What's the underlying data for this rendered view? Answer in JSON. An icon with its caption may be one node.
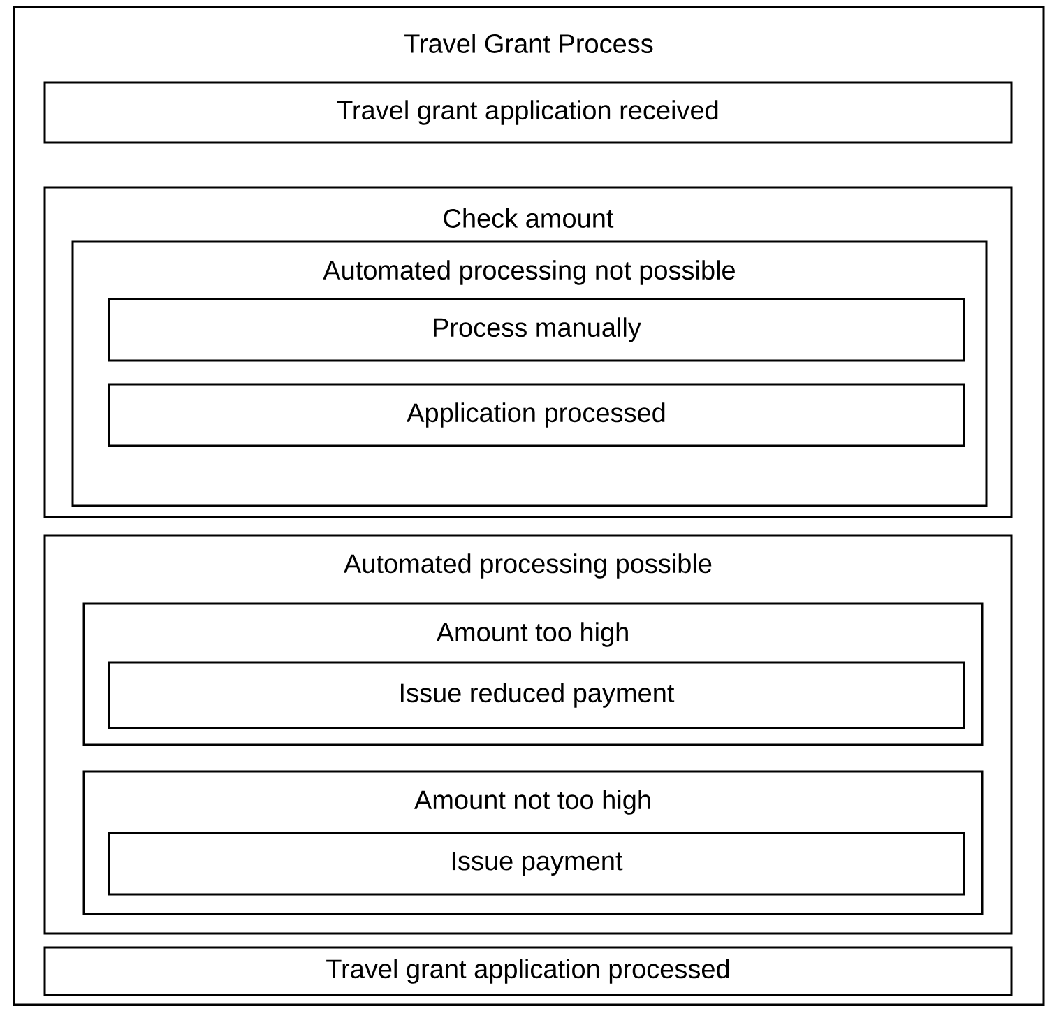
{
  "diagram": {
    "nodes": [
      {
        "text": [
          "Travel Grant Process"
        ]
      },
      {
        "text": [
          "Travel grant application received"
        ],
        "in": 0
      },
      {
        "text": [
          "Check amount"
        ],
        "in": 0
      },
      {
        "text": [
          "Automated processing not possible"
        ],
        "in": 2
      },
      {
        "text": [
          "Process manually"
        ],
        "in": 3
      },
      {
        "text": [
          "Application processed"
        ],
        "in": 3
      },
      {
        "text": [
          "Automated processing possible"
        ],
        "in": 0
      },
      {
        "text": [
          "Amount too high"
        ],
        "in": 6
      },
      {
        "text": [
          "Issue reduced payment"
        ],
        "in": 7
      },
      {
        "text": [
          "Amount not too high"
        ],
        "in": 6
      },
      {
        "text": [
          "Issue payment"
        ],
        "in": 9
      },
      {
        "text": [
          "Travel grant application processed"
        ],
        "in": 0
      }
    ]
  }
}
